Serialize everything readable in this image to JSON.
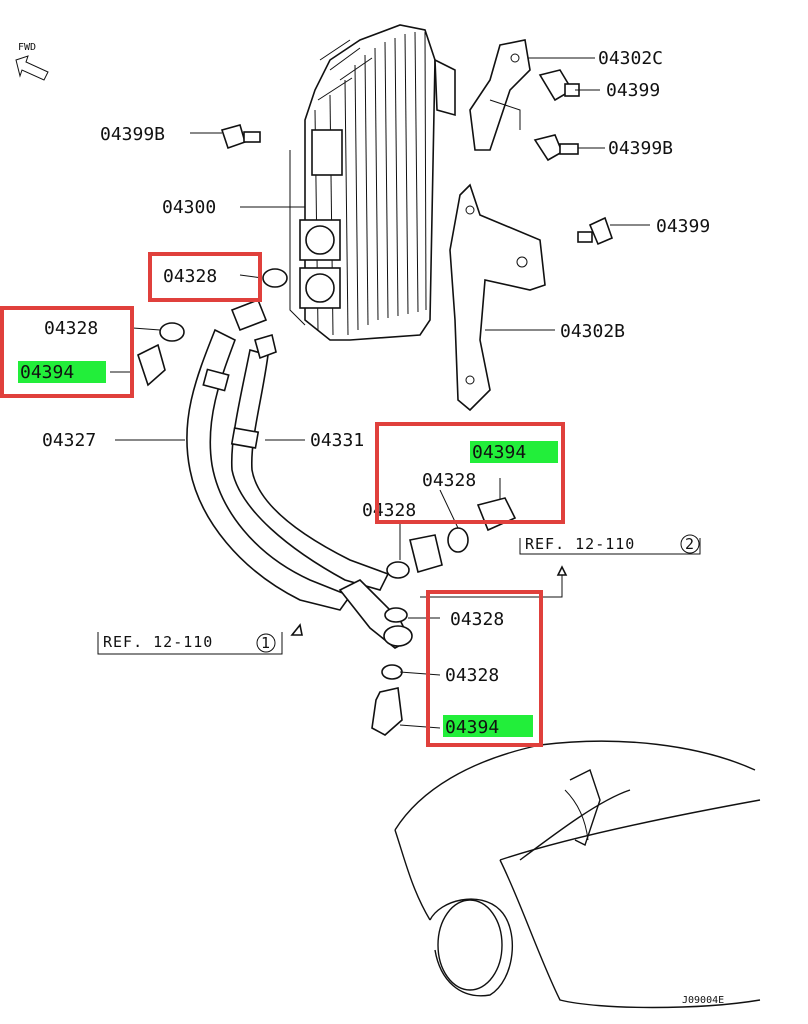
{
  "diagram": {
    "direction_label": "FWD",
    "drawing_id": "J09004E",
    "labels": {
      "p04302c": "04302C",
      "p04399_top": "04399",
      "p04399b_left": "04399B",
      "p04399b_right": "04399B",
      "p04300": "04300",
      "p04399_mid": "04399",
      "p04328_box1": "04328",
      "p04328_box2": "04328",
      "p04394_box2": "04394",
      "p04302b": "04302B",
      "p04327": "04327",
      "p04331": "04331",
      "p04394_box3": "04394",
      "p04328_box3": "04328",
      "p04328_mid": "04328",
      "p04328_box4a": "04328",
      "p04328_box4b": "04328",
      "p04394_box4": "04394"
    },
    "references": {
      "ref_right": "REF. 12-110",
      "ref_right_num": "2",
      "ref_left": "REF. 12-110",
      "ref_left_num": "1"
    },
    "highlight_color": "#22ee3a",
    "box_color": "#e0403c"
  }
}
